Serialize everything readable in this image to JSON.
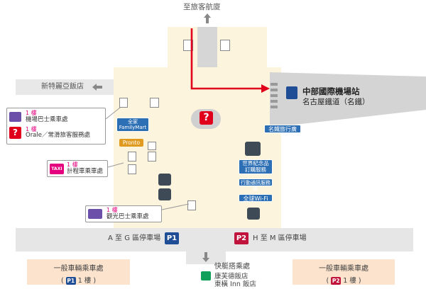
{
  "top_exit": "至旅客航廈",
  "left_exit": "新特麗亞飯店",
  "station": {
    "title": "中部國際機場站",
    "subtitle": "名古屋鐵道（名鐵）"
  },
  "shops": {
    "familymart": "全家\nFamilyMart",
    "pronto": "Pronto"
  },
  "right_tags": {
    "meitetsu": "名鐵旅行廣場",
    "museum": "世界紀念品\n訂購服務",
    "mobile": "行動通訊服務處",
    "wifi": "全球Wi-Fi"
  },
  "callouts": {
    "airport_bus": {
      "floor": "1 樓",
      "desc": "機場巴士乘車處"
    },
    "info": {
      "floor": "1 樓",
      "desc": "Orale／常滑旅客服務處"
    },
    "taxi": {
      "floor": "1 樓",
      "desc": "計程車乘車處",
      "badge": "TAXI"
    },
    "sightseeing_bus": {
      "floor": "1 樓",
      "desc": "觀光巴士乘車處"
    }
  },
  "parking": {
    "p1": {
      "label": "P1",
      "text": "A 至 G 區停車場"
    },
    "p2": {
      "label": "P2",
      "text": "H 至 M 區停車場"
    }
  },
  "bottom": {
    "ferry": "快艇搭乘處",
    "hotels": "康芙德飯店\n東橫 Inn 飯店"
  },
  "general_parking": {
    "left": {
      "line1": "一般車輛乘車處",
      "badge": "P1",
      "floor": "1 樓"
    },
    "right": {
      "line1": "一般車輛乘車處",
      "badge": "P2",
      "floor": "1 樓"
    }
  },
  "colors": {
    "floor": "#fdf4dd",
    "corridor": "#e6e6e6",
    "platform": "#d4d4d4",
    "route": "#e0001b",
    "p1": "#1f4e96",
    "p2": "#c0143c",
    "magenta": "#e4007f",
    "purple": "#6b4fa8"
  },
  "icons": [
    "escalator-icon",
    "restroom-icon",
    "info-icon",
    "train-icon",
    "taxi-icon",
    "bus-icon",
    "ferry-icon",
    "elevator-icon",
    "smoking-icon"
  ]
}
